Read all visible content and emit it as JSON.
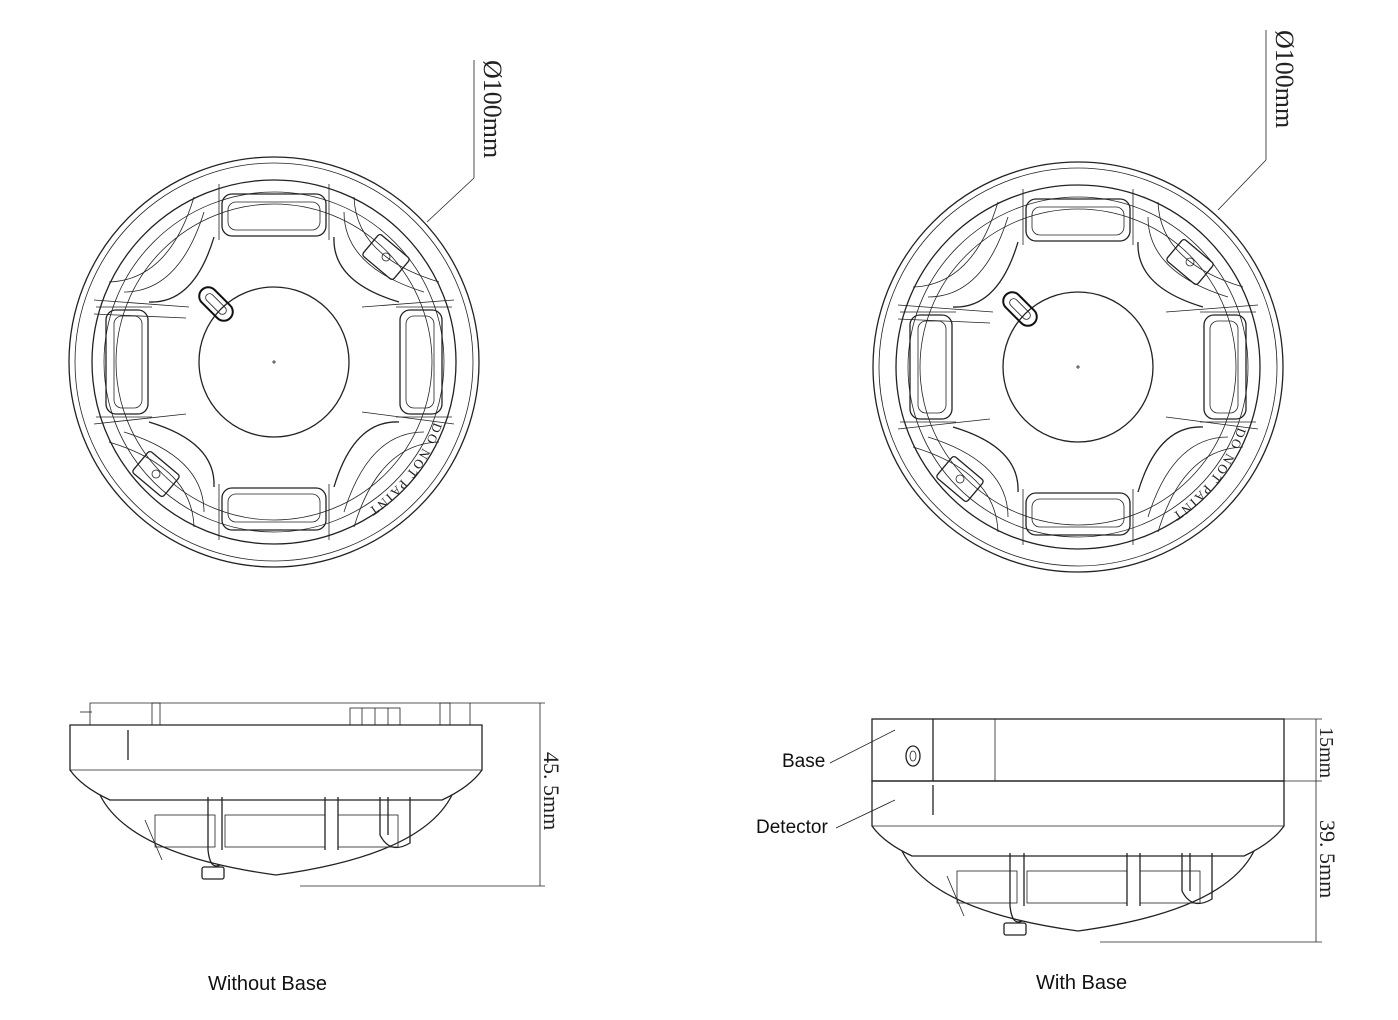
{
  "top_views": {
    "left": {
      "diameter_label": "Ø100mm",
      "marking": "DO NOT PAINT"
    },
    "right": {
      "diameter_label": "Ø100mm",
      "marking": "DO NOT PAINT"
    }
  },
  "side_views": {
    "left": {
      "height_label": "45. 5mm",
      "caption": "Without Base"
    },
    "right": {
      "base_label": "Base",
      "detector_label": "Detector",
      "base_height_label": "15mm",
      "detector_height_label": "39. 5mm",
      "caption": "With Base"
    }
  }
}
